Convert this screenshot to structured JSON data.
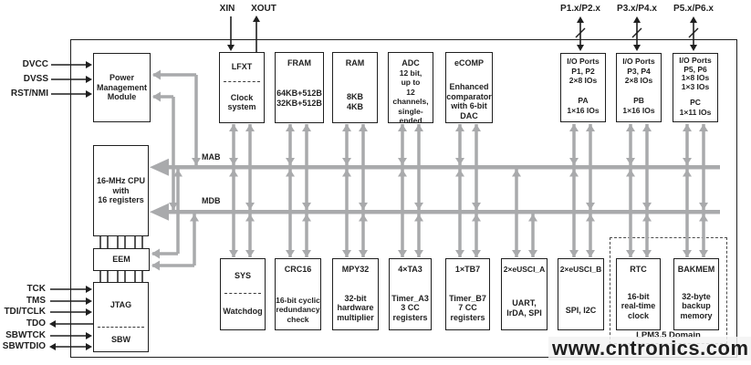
{
  "pins": {
    "top_left": [
      "DVCC",
      "DVSS",
      "RST/NMI"
    ],
    "bottom_left": [
      "TCK",
      "TMS",
      "TDI/TCLK",
      "TDO",
      "SBWTCK",
      "SBWTDIO"
    ],
    "crystal": [
      "XIN",
      "XOUT"
    ],
    "ports": [
      "P1.x/P2.x",
      "P3.x/P4.x",
      "P5.x/P6.x"
    ]
  },
  "buses": {
    "address": "MAB",
    "data": "MDB"
  },
  "blocks": {
    "pmm": {
      "text": "Power\nManagement\nModule"
    },
    "lfxt": {
      "title": "LFXT",
      "sub": "Clock\nsystem"
    },
    "fram": {
      "title": "FRAM",
      "sub": "64KB+512B\n32KB+512B"
    },
    "ram": {
      "title": "RAM",
      "sub": "8KB\n4KB"
    },
    "adc": {
      "title": "ADC",
      "sub": "12 bit,\nup to\n12 channels,\nsingle-ended"
    },
    "ecomp": {
      "title": "eCOMP",
      "sub": "Enhanced\ncomparator\nwith 6-bit\nDAC"
    },
    "io1": {
      "title": "I/O Ports\nP1, P2\n2×8 IOs",
      "sub": "PA\n1×16 IOs"
    },
    "io2": {
      "title": "I/O Ports\nP3, P4\n2×8 IOs",
      "sub": "PB\n1×16 IOs"
    },
    "io3": {
      "title": "I/O Ports\nP5, P6\n1×8 IOs\n1×3 IOs",
      "sub": "PC\n1×11 IOs"
    },
    "cpu": {
      "text": "16-MHz CPU\nwith\n16 registers"
    },
    "eem": {
      "text": "EEM"
    },
    "jtag": {
      "title": "JTAG",
      "sub": "SBW"
    },
    "sys": {
      "title": "SYS",
      "sub": "Watchdog"
    },
    "crc": {
      "title": "CRC16",
      "sub": "16-bit cyclic\nredundancy\ncheck"
    },
    "mpy": {
      "title": "MPY32",
      "sub": "32-bit\nhardware\nmultiplier"
    },
    "ta3": {
      "title": "4×TA3",
      "sub": "Timer_A3\n3 CC\nregisters"
    },
    "tb7": {
      "title": "1×TB7",
      "sub": "Timer_B7\n7 CC\nregisters"
    },
    "uscia": {
      "title": "2×eUSCI_A",
      "sub": "UART,\nIrDA, SPI"
    },
    "uscib": {
      "title": "2×eUSCI_B",
      "sub": "SPI, I2C"
    },
    "rtc": {
      "title": "RTC",
      "sub": "16-bit\nreal-time\nclock"
    },
    "bakmem": {
      "title": "BAKMEM",
      "sub": "32-byte\nbackup\nmemory"
    }
  },
  "lpm_domain_label": "LPM3.5 Domain",
  "watermark": "www.cntronics.com",
  "colors": {
    "wire_gray": "#a9aaac",
    "line_black": "#1f1f1f",
    "watermark_green": "#a8d8a2"
  }
}
